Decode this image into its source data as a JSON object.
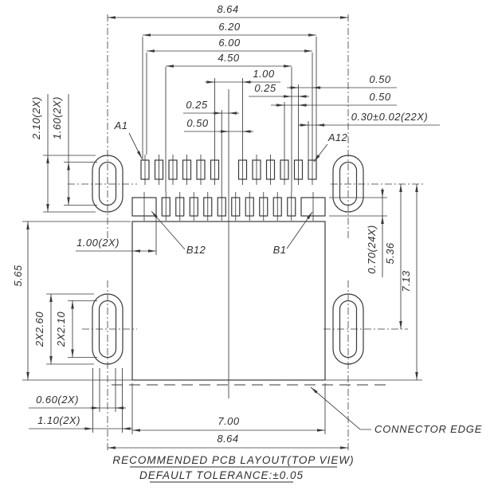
{
  "dims": {
    "overall_top": "8.64",
    "shell_width": "6.20",
    "row_a_span": "6.00",
    "row_b_span": "4.50",
    "center_pitch": "1.00",
    "quarter_right": "0.25",
    "quarter_left": "0.25",
    "half_left": "0.50",
    "half_right_1": "0.50",
    "half_right_2": "0.50",
    "pad_width": "0.30±0.02(22X)",
    "pad_length": "0.70(24X)",
    "hole_to_hole": "5.36",
    "total_height": "7.13",
    "hole_top_outer": "2.10(2X)",
    "hole_top_inner": "1.60(2X)",
    "body_height": "5.65",
    "wide_pad": "1.00(2X)",
    "hole_bottom_outer": "2X2.60",
    "hole_bottom_inner": "2X2.10",
    "slot_width": "0.60(2X)",
    "hole_width": "1.10(2X)",
    "body_width": "7.00",
    "overall_bottom": "8.64"
  },
  "pins": {
    "a1": "A1",
    "a12": "A12",
    "b1": "B1",
    "b12": "B12"
  },
  "notes": {
    "connector_edge": "CONNECTOR EDGE",
    "title": "RECOMMENDED PCB LAYOUT(TOP VIEW)",
    "tolerance": "DEFAULT TOLERANCE:±0.05"
  },
  "colors": {
    "line": "#3a3a3a",
    "background": "#ffffff"
  }
}
